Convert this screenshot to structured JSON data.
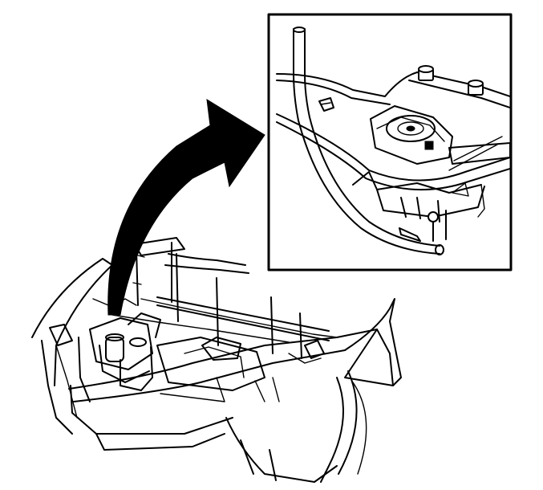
{
  "figure": {
    "colors": {
      "ink": "#000000",
      "paper": "#ffffff"
    },
    "parts": [
      {
        "name": "engine-compartment-overview"
      },
      {
        "name": "detail-inset"
      },
      {
        "name": "callout-arrow"
      }
    ]
  }
}
